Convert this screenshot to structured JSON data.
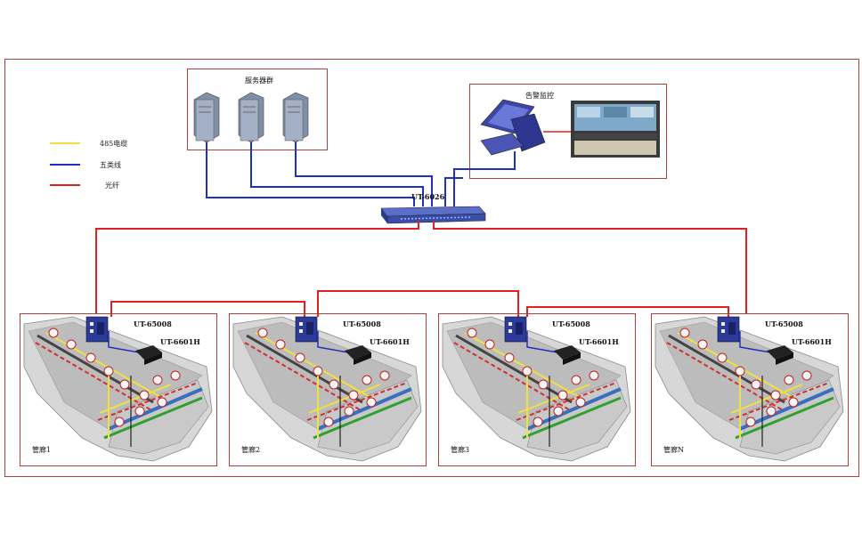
{
  "colors": {
    "rs485": "#f0e040",
    "cat5": "#2030c0",
    "fiber": "#e02020",
    "frame": "#b04040"
  },
  "legend": [
    {
      "label": "485电缆",
      "color": "#f0e040"
    },
    {
      "label": "五类线",
      "color": "#2030c0"
    },
    {
      "label": "光纤",
      "color": "#e02020"
    }
  ],
  "server_group": {
    "title": "服务器群"
  },
  "alarm_monitor": {
    "title": "告警监控"
  },
  "core_switch": {
    "label": "UT-6026"
  },
  "zones": [
    {
      "name": "管廊1",
      "switch": "UT-65008",
      "converter": "UT-6601H"
    },
    {
      "name": "管廊2",
      "switch": "UT-65008",
      "converter": "UT-6601H"
    },
    {
      "name": "管廊3",
      "switch": "UT-65008",
      "converter": "UT-6601H"
    },
    {
      "name": "管廊N",
      "switch": "UT-65008",
      "converter": "UT-6601H"
    }
  ]
}
